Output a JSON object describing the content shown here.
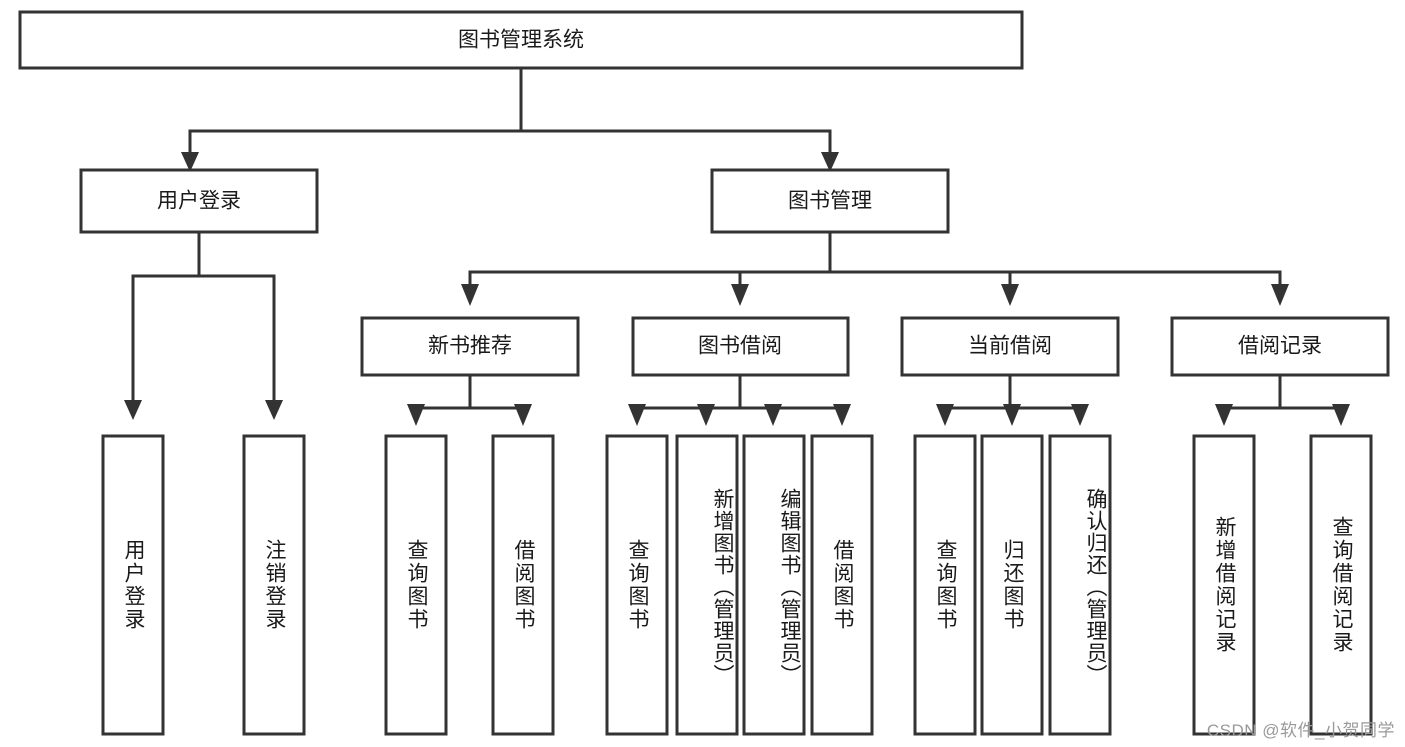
{
  "diagram": {
    "title": "图书管理系统",
    "watermark": "CSDN @软件_小贺同学",
    "colors": {
      "box_stroke": "#333333",
      "box_fill": "#ffffff",
      "text": "#1a1a1a",
      "watermark": "#9a9a9a",
      "background": "#ffffff"
    },
    "nodes": {
      "root": {
        "label": "图书管理系统"
      },
      "level2": [
        {
          "id": "user-login",
          "label": "用户登录"
        },
        {
          "id": "book-management",
          "label": "图书管理"
        }
      ],
      "level3": [
        {
          "id": "new-book-recommend",
          "label": "新书推荐"
        },
        {
          "id": "book-borrow",
          "label": "图书借阅"
        },
        {
          "id": "current-borrow",
          "label": "当前借阅"
        },
        {
          "id": "borrow-record",
          "label": "借阅记录"
        }
      ],
      "leaves": {
        "user_login": [
          {
            "id": "leaf-user-login",
            "label": "用户登录"
          },
          {
            "id": "leaf-logout",
            "label": "注销登录"
          }
        ],
        "new_book_recommend": [
          {
            "id": "leaf-query-book-1",
            "label": "查询图书"
          },
          {
            "id": "leaf-borrow-book-1",
            "label": "借阅图书"
          }
        ],
        "book_borrow": [
          {
            "id": "leaf-query-book-2",
            "label": "查询图书"
          },
          {
            "id": "leaf-add-book",
            "label": "新增图书（管理员）"
          },
          {
            "id": "leaf-edit-book",
            "label": "编辑图书（管理员）"
          },
          {
            "id": "leaf-borrow-book-2",
            "label": "借阅图书"
          }
        ],
        "current_borrow": [
          {
            "id": "leaf-query-book-3",
            "label": "查询图书"
          },
          {
            "id": "leaf-return-book",
            "label": "归还图书"
          },
          {
            "id": "leaf-confirm-return",
            "label": "确认归还（管理员）"
          }
        ],
        "borrow_record": [
          {
            "id": "leaf-add-record",
            "label": "新增借阅记录"
          },
          {
            "id": "leaf-query-record",
            "label": "查询借阅记录"
          }
        ]
      }
    }
  }
}
